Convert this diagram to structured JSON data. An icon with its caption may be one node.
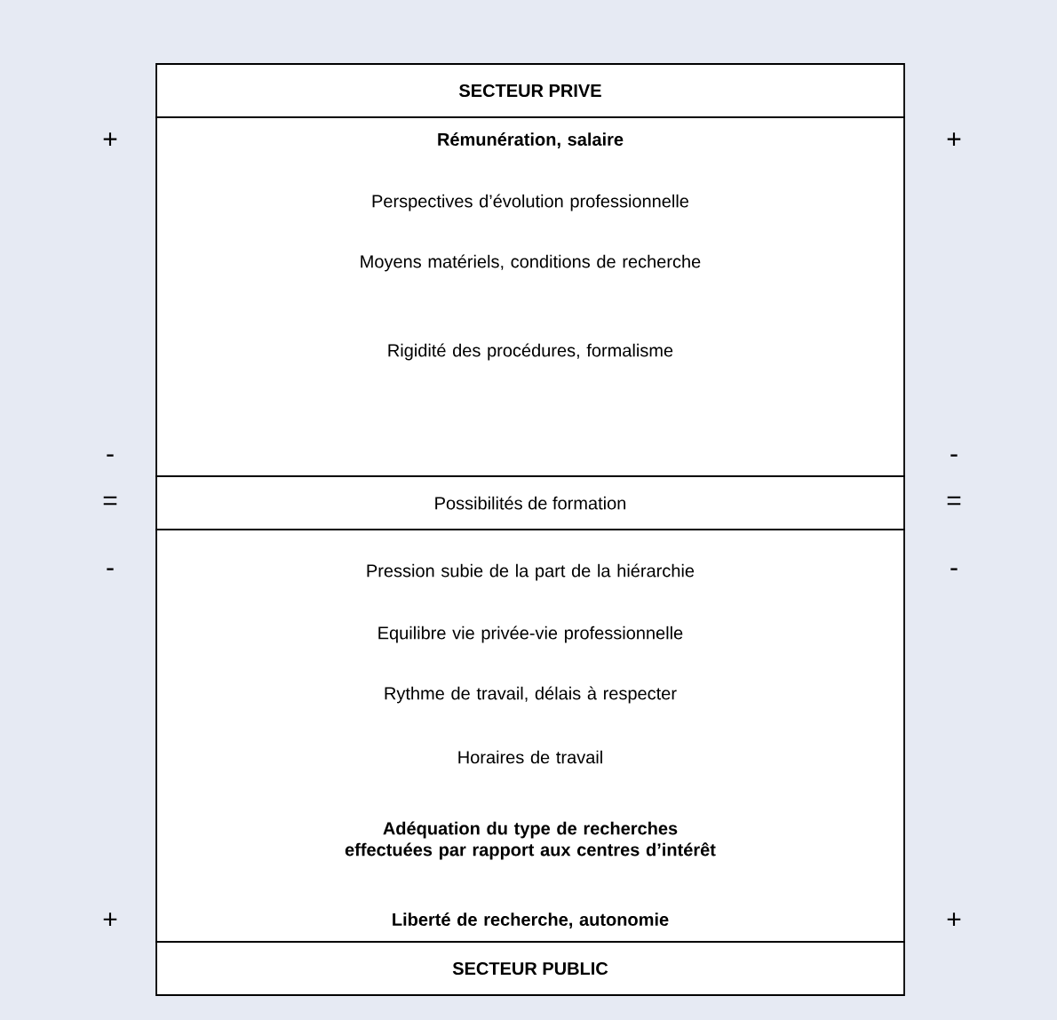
{
  "diagram": {
    "nodes": [
      {
        "text": [
          "SECTEUR PRIVE"
        ]
      },
      {
        "text": [
          "Rémunération, salaire",
          "Perspectives d’évolution professionnelle",
          "Moyens matériels, conditions de recherche",
          "Rigidité des procédures, formalisme"
        ]
      },
      {
        "text": [
          "Possibilités de formation"
        ]
      },
      {
        "text": [
          "Pression subie de la part de la hiérarchie",
          "Equilibre vie privée-vie professionnelle",
          "Rythme de travail, délais à respecter",
          "Horaires de travail",
          "Adéquation du type de recherches effectuées par rapport aux centres d’intérêt",
          "Liberté de recherche, autonomie"
        ]
      },
      {
        "text": [
          "SECTEUR PUBLIC"
        ]
      }
    ],
    "labels": [
      "+",
      "+",
      "-",
      "-",
      "=",
      "=",
      "-",
      "-",
      "+",
      "+"
    ]
  }
}
